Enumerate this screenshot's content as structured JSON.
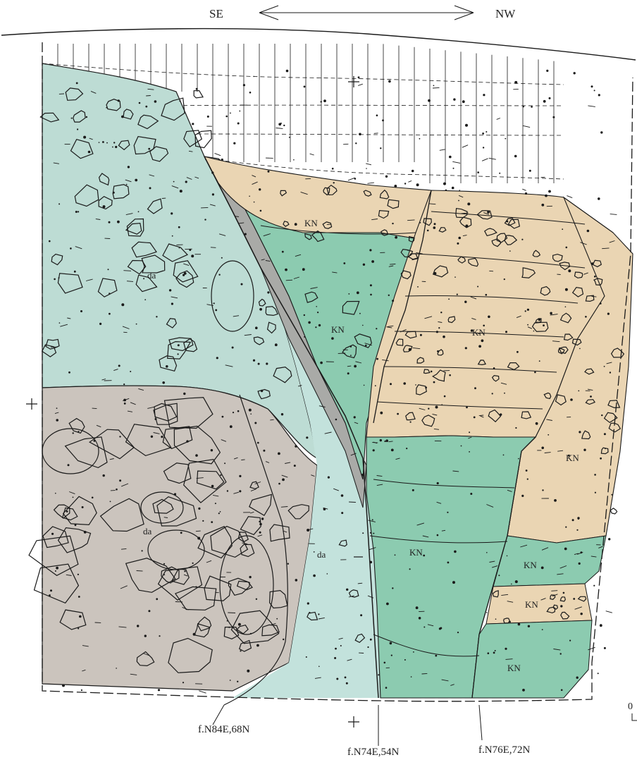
{
  "orientation": {
    "left": "SE",
    "right": "NW"
  },
  "units": {
    "da": "da",
    "kn": "KN"
  },
  "faults": [
    {
      "label": "f.N84E,68N"
    },
    {
      "label": "f.N74E,54N"
    },
    {
      "label": "f.N76E,72N"
    }
  ],
  "scale": {
    "zero": "0"
  },
  "colors": {
    "da_upper": "#bddcd4",
    "da_lower": "#cbc4bd",
    "da_middle": "#c3e2dc",
    "kn_green": "#8ccbb0",
    "kn_tan": "#ead5b3",
    "soil": "#ffffff",
    "fault_zone": "#a9aaa7",
    "line": "#1a1a1a"
  }
}
